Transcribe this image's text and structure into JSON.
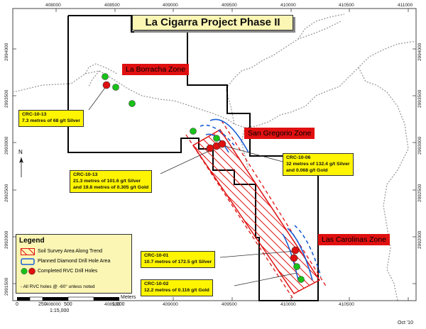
{
  "title": "La Cigarra Project Phase II",
  "date_label": "Oct '10",
  "north_label": "N",
  "grid": {
    "x_ticks": [
      "408000",
      "408500",
      "409000",
      "409500",
      "410000",
      "410500",
      "411000"
    ],
    "y_ticks": [
      "2994000",
      "2993500",
      "2993000",
      "2992500",
      "2992000",
      "2991500"
    ]
  },
  "zones": {
    "la_borracha": "La Borracha Zone",
    "san_gregorio": "San Gregorio Zone",
    "las_carolinas": "Las Carolinas Zone"
  },
  "callouts": {
    "crc_10_13_top": {
      "line1": "CRC-10-13",
      "line2": "7.3 metres of 68 g/t Silver"
    },
    "crc_10_13_mid": {
      "line1": "CRC-10-13",
      "line2": "21.3 metres of 101.6 g/t Silver",
      "line3": "and 19.8 metres of 0.305 g/t Gold"
    },
    "crc_10_06": {
      "line1": "CRC-10-06",
      "line2": "32 metres of 132.4 g/t Silver",
      "line3": "and 0.068 g/t Gold"
    },
    "crc_10_01": {
      "line1": "CRC-10-01",
      "line2": "10.7 metres of 172.5 g/t Silver"
    },
    "crc_10_02": {
      "line1": "CRC-10-02",
      "line2": "12.2 metres of 0.116 g/t Gold"
    }
  },
  "legend": {
    "title": "Legend",
    "soil_survey": "Soil Survey Area Along Trend",
    "planned_diamond": "Planned Diamond Drill Hole Area",
    "completed_rvc": "Completed RVC Drill Holes",
    "note": "- All RVC holes @ -60° unless noted"
  },
  "scale_bar": {
    "labels": [
      "0",
      "250",
      "500",
      "1,000"
    ],
    "units": "Meters",
    "ratio": "1:15,000"
  },
  "colors": {
    "soil_survey": "#e01010",
    "planned_diamond": "#1a5fd6",
    "completed_hole_green": "#19c219",
    "completed_hole_red": "#e01010",
    "claim_boundary": "#000000",
    "road": "#9a9a9a"
  }
}
